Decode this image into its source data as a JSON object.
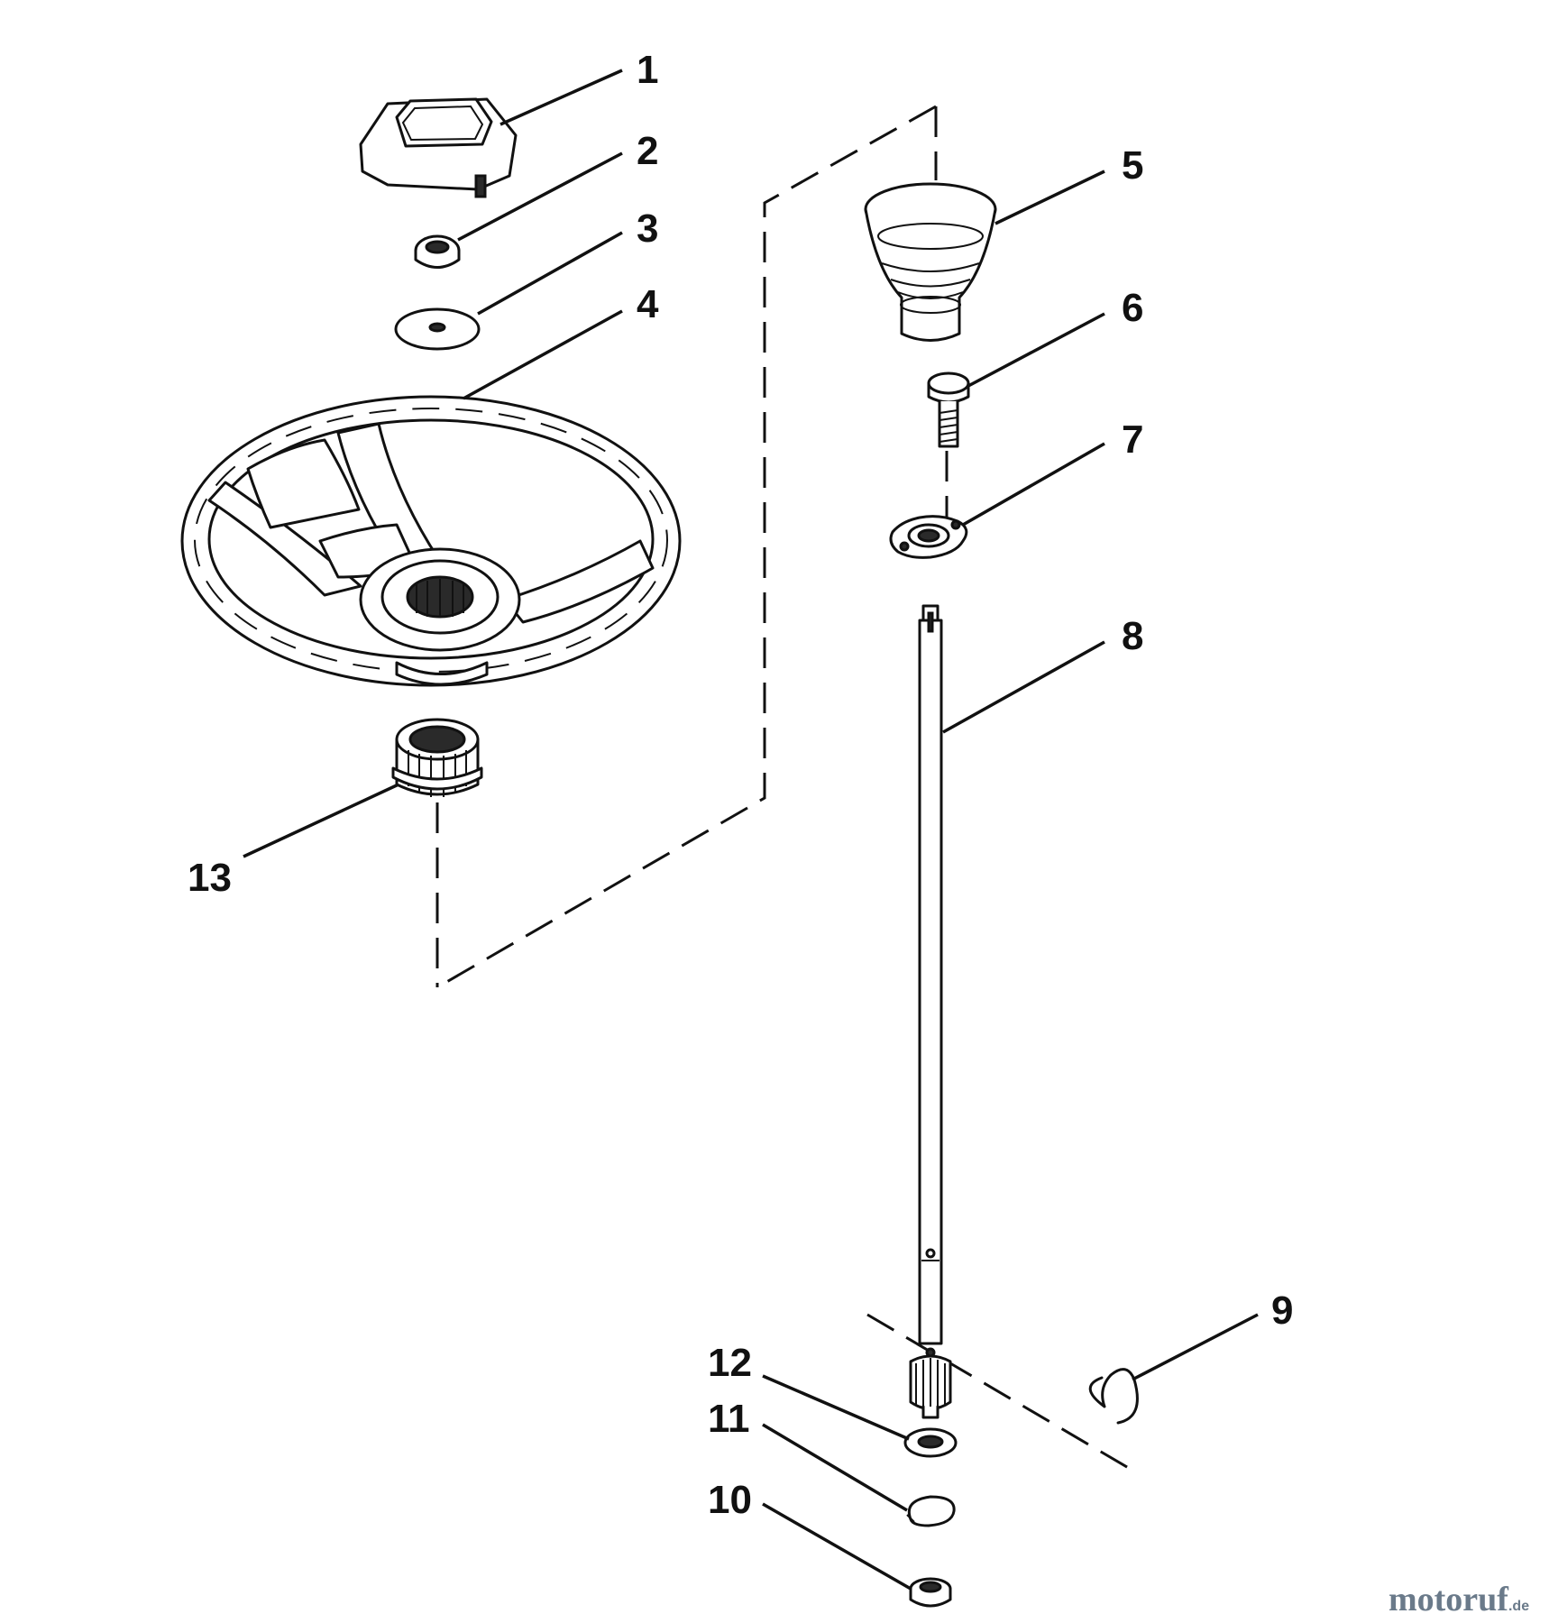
{
  "labels": {
    "l1": "1",
    "l2": "2",
    "l3": "3",
    "l4": "4",
    "l5": "5",
    "l6": "6",
    "l7": "7",
    "l8": "8",
    "l9": "9",
    "l10": "10",
    "l11": "11",
    "l12": "12",
    "l13": "13"
  },
  "watermark": {
    "brand": "motoruf",
    "suffix": ".de"
  },
  "colors": {
    "line": "#111111",
    "background": "#ffffff"
  }
}
